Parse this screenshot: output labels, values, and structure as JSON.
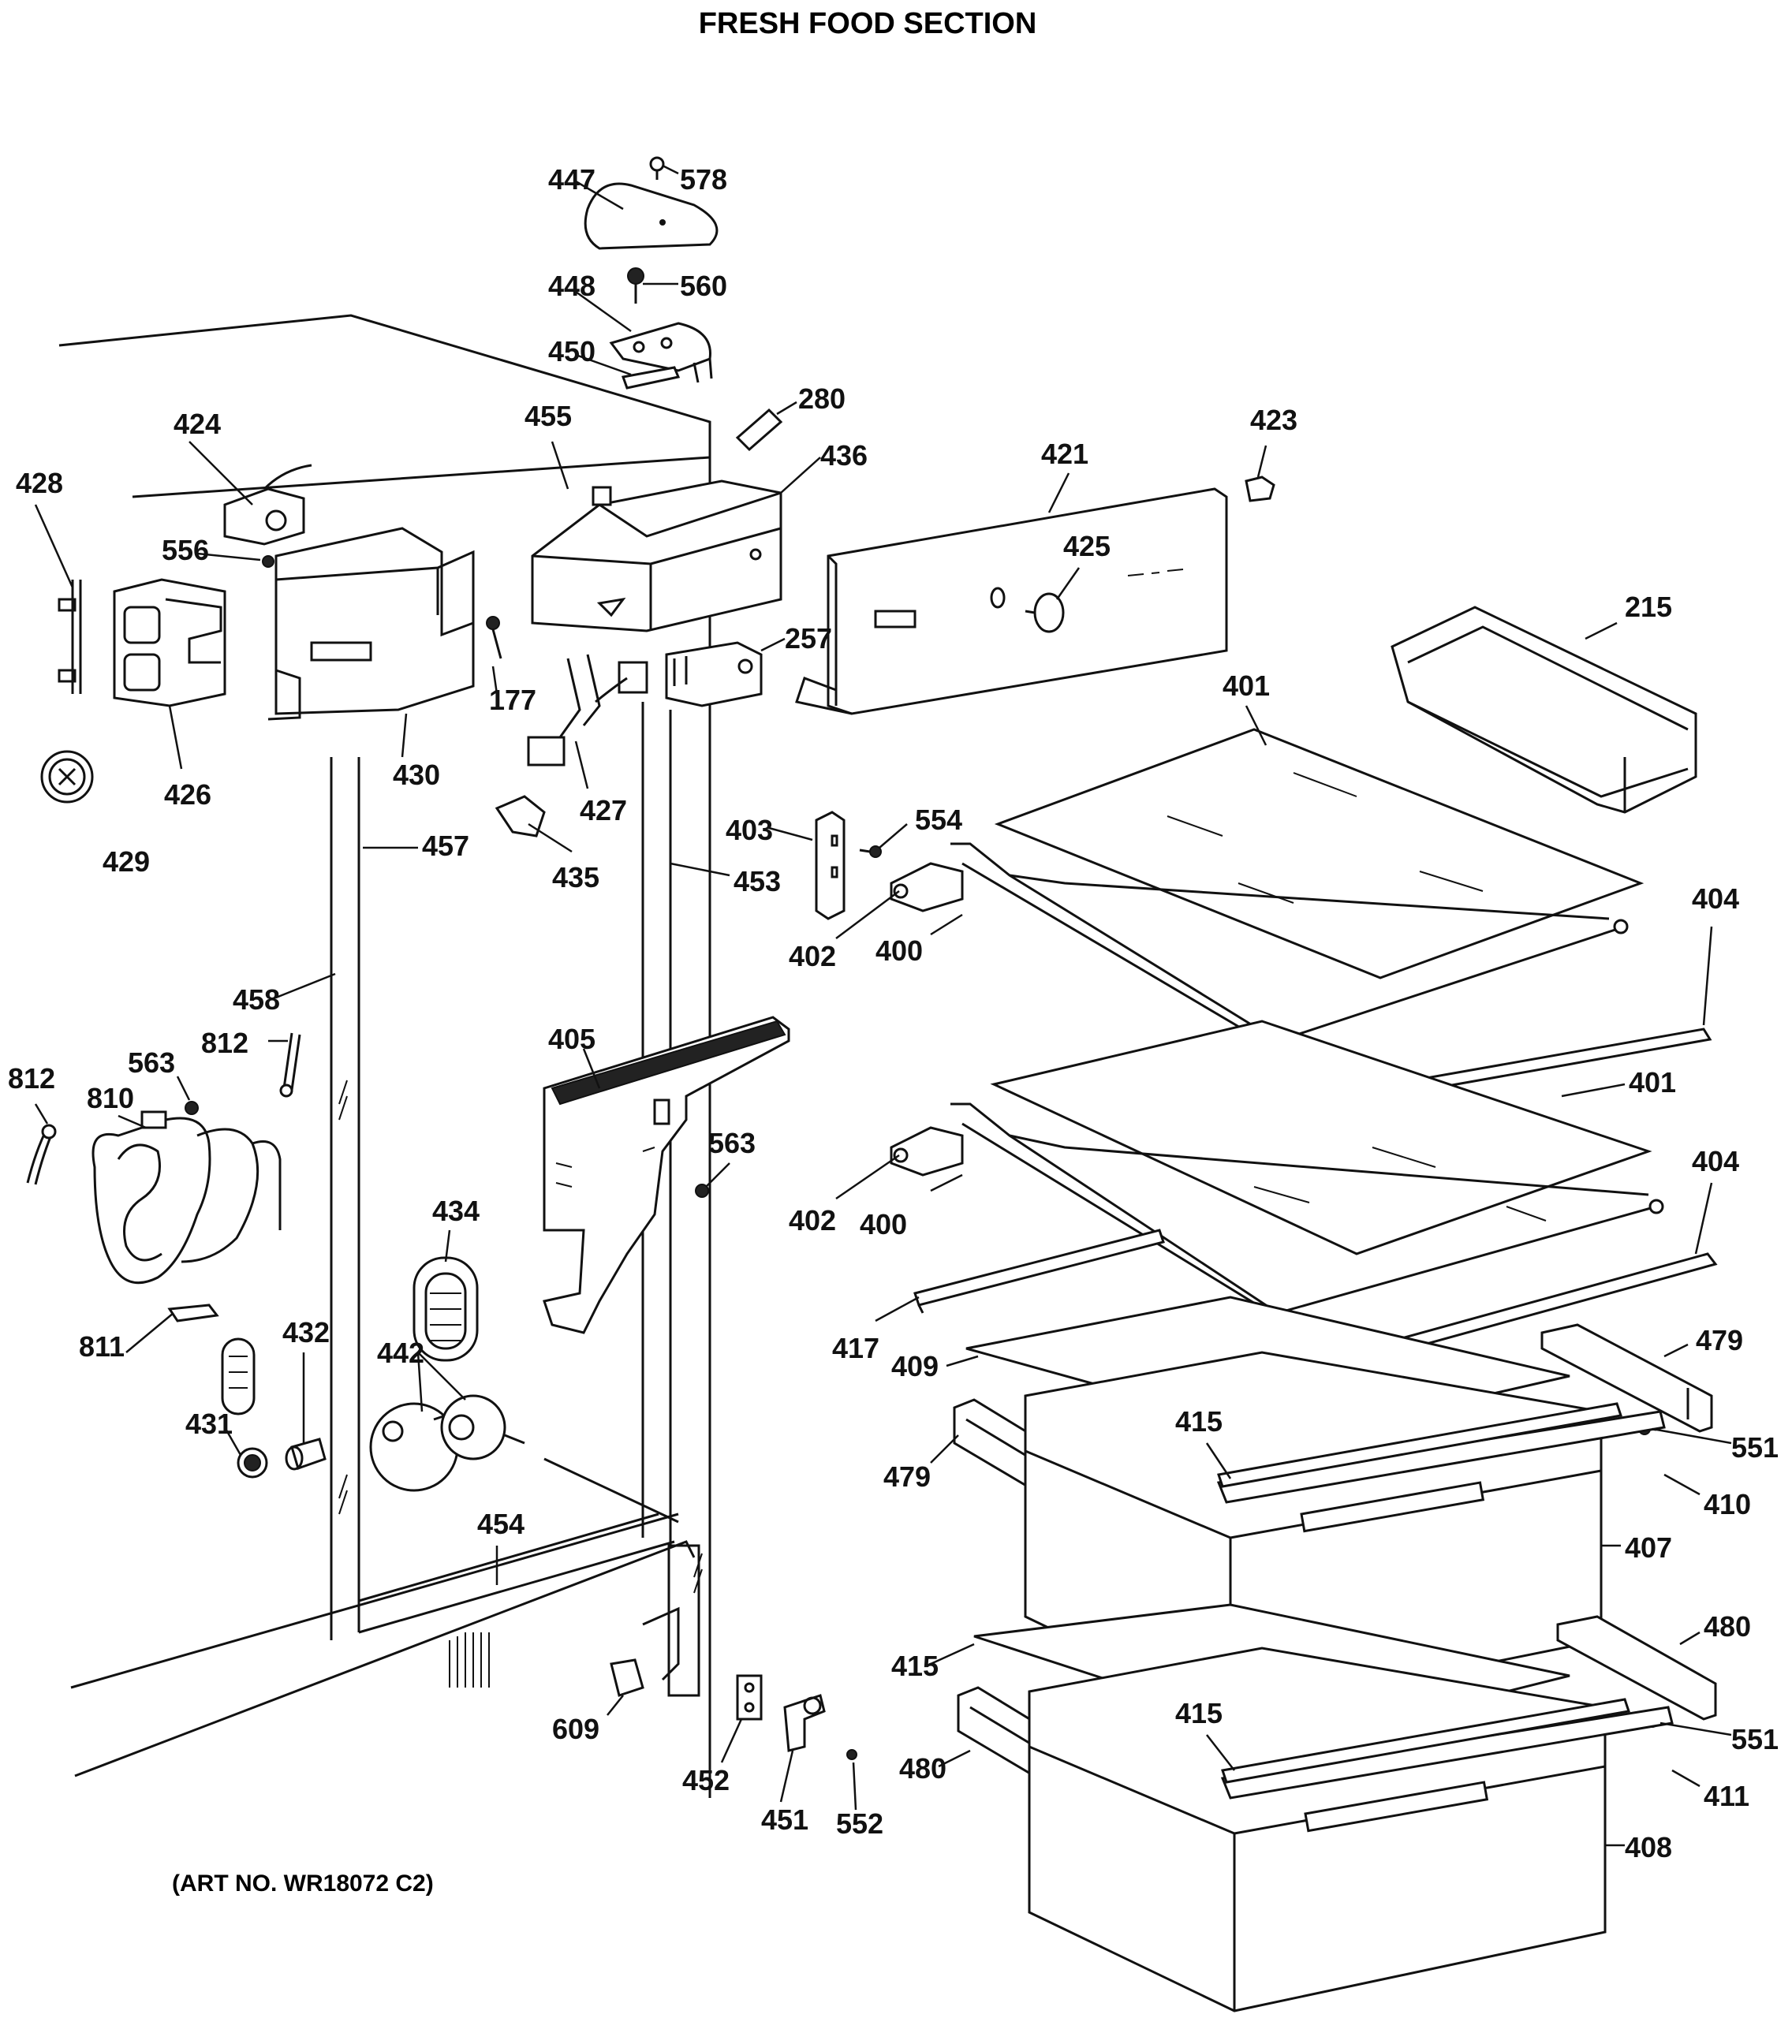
{
  "title": "FRESH FOOD SECTION",
  "art_number": "(ART NO. WR18072 C2)",
  "callouts": [
    {
      "id": "c447",
      "text": "447"
    },
    {
      "id": "c578",
      "text": "578"
    },
    {
      "id": "c448",
      "text": "448"
    },
    {
      "id": "c560",
      "text": "560"
    },
    {
      "id": "c450",
      "text": "450"
    },
    {
      "id": "c280",
      "text": "280"
    },
    {
      "id": "c424",
      "text": "424"
    },
    {
      "id": "c455",
      "text": "455"
    },
    {
      "id": "c436",
      "text": "436"
    },
    {
      "id": "c421",
      "text": "421"
    },
    {
      "id": "c423",
      "text": "423"
    },
    {
      "id": "c428",
      "text": "428"
    },
    {
      "id": "c556",
      "text": "556"
    },
    {
      "id": "c425",
      "text": "425"
    },
    {
      "id": "c215",
      "text": "215"
    },
    {
      "id": "c257",
      "text": "257"
    },
    {
      "id": "c177",
      "text": "177"
    },
    {
      "id": "c401a",
      "text": "401"
    },
    {
      "id": "c426",
      "text": "426"
    },
    {
      "id": "c430",
      "text": "430"
    },
    {
      "id": "c429",
      "text": "429"
    },
    {
      "id": "c427",
      "text": "427"
    },
    {
      "id": "c403",
      "text": "403"
    },
    {
      "id": "c554",
      "text": "554"
    },
    {
      "id": "c457",
      "text": "457"
    },
    {
      "id": "c435",
      "text": "435"
    },
    {
      "id": "c453",
      "text": "453"
    },
    {
      "id": "c404a",
      "text": "404"
    },
    {
      "id": "c402a",
      "text": "402"
    },
    {
      "id": "c400a",
      "text": "400"
    },
    {
      "id": "c458",
      "text": "458"
    },
    {
      "id": "c405",
      "text": "405"
    },
    {
      "id": "c812a",
      "text": "812"
    },
    {
      "id": "c563a",
      "text": "563"
    },
    {
      "id": "c812b",
      "text": "812"
    },
    {
      "id": "c810",
      "text": "810"
    },
    {
      "id": "c401b",
      "text": "401"
    },
    {
      "id": "c563b",
      "text": "563"
    },
    {
      "id": "c404b",
      "text": "404"
    },
    {
      "id": "c402b",
      "text": "402"
    },
    {
      "id": "c400b",
      "text": "400"
    },
    {
      "id": "c434",
      "text": "434"
    },
    {
      "id": "c432",
      "text": "432"
    },
    {
      "id": "c811",
      "text": "811"
    },
    {
      "id": "c417",
      "text": "417"
    },
    {
      "id": "c479a",
      "text": "479"
    },
    {
      "id": "c442",
      "text": "442"
    },
    {
      "id": "c409",
      "text": "409"
    },
    {
      "id": "c431",
      "text": "431"
    },
    {
      "id": "c415a",
      "text": "415"
    },
    {
      "id": "c551a",
      "text": "551"
    },
    {
      "id": "c479b",
      "text": "479"
    },
    {
      "id": "c410",
      "text": "410"
    },
    {
      "id": "c454",
      "text": "454"
    },
    {
      "id": "c407",
      "text": "407"
    },
    {
      "id": "c480a",
      "text": "480"
    },
    {
      "id": "c415b",
      "text": "415"
    },
    {
      "id": "c609",
      "text": "609"
    },
    {
      "id": "c415c",
      "text": "415"
    },
    {
      "id": "c551b",
      "text": "551"
    },
    {
      "id": "c452",
      "text": "452"
    },
    {
      "id": "c480b",
      "text": "480"
    },
    {
      "id": "c411",
      "text": "411"
    },
    {
      "id": "c451",
      "text": "451"
    },
    {
      "id": "c552",
      "text": "552"
    },
    {
      "id": "c408",
      "text": "408"
    }
  ]
}
